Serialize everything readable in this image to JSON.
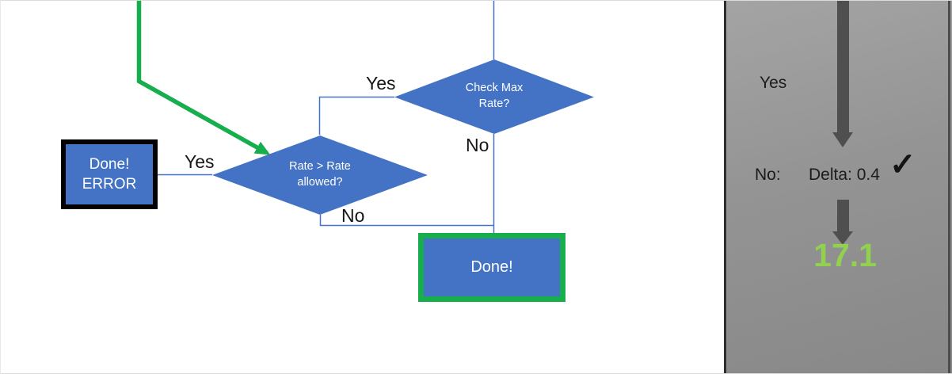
{
  "flowchart": {
    "decision_check_max": {
      "label": "Check Max Rate?",
      "branch_yes": "Yes",
      "branch_no": "No"
    },
    "decision_rate_allowed": {
      "label": "Rate > Rate allowed?",
      "branch_yes": "Yes",
      "branch_no": "No"
    },
    "error_box": {
      "line1": "Done!",
      "line2": "ERROR"
    },
    "done_box": {
      "label": "Done!"
    },
    "colors": {
      "shape_fill_blue": "#4472C4",
      "connector_blue": "#4472C4",
      "highlight_green": "#17AE4E",
      "error_border_black": "#000000"
    }
  },
  "panel": {
    "branch_yes_label": "Yes",
    "branch_no_label": "No:",
    "delta_text": "Delta: 0.4",
    "check_icon": "✓",
    "result_value": "17.1",
    "colors": {
      "result_green": "#92D050",
      "arrow_gray": "#4f4f4f",
      "panel_gray": "#949494"
    }
  }
}
